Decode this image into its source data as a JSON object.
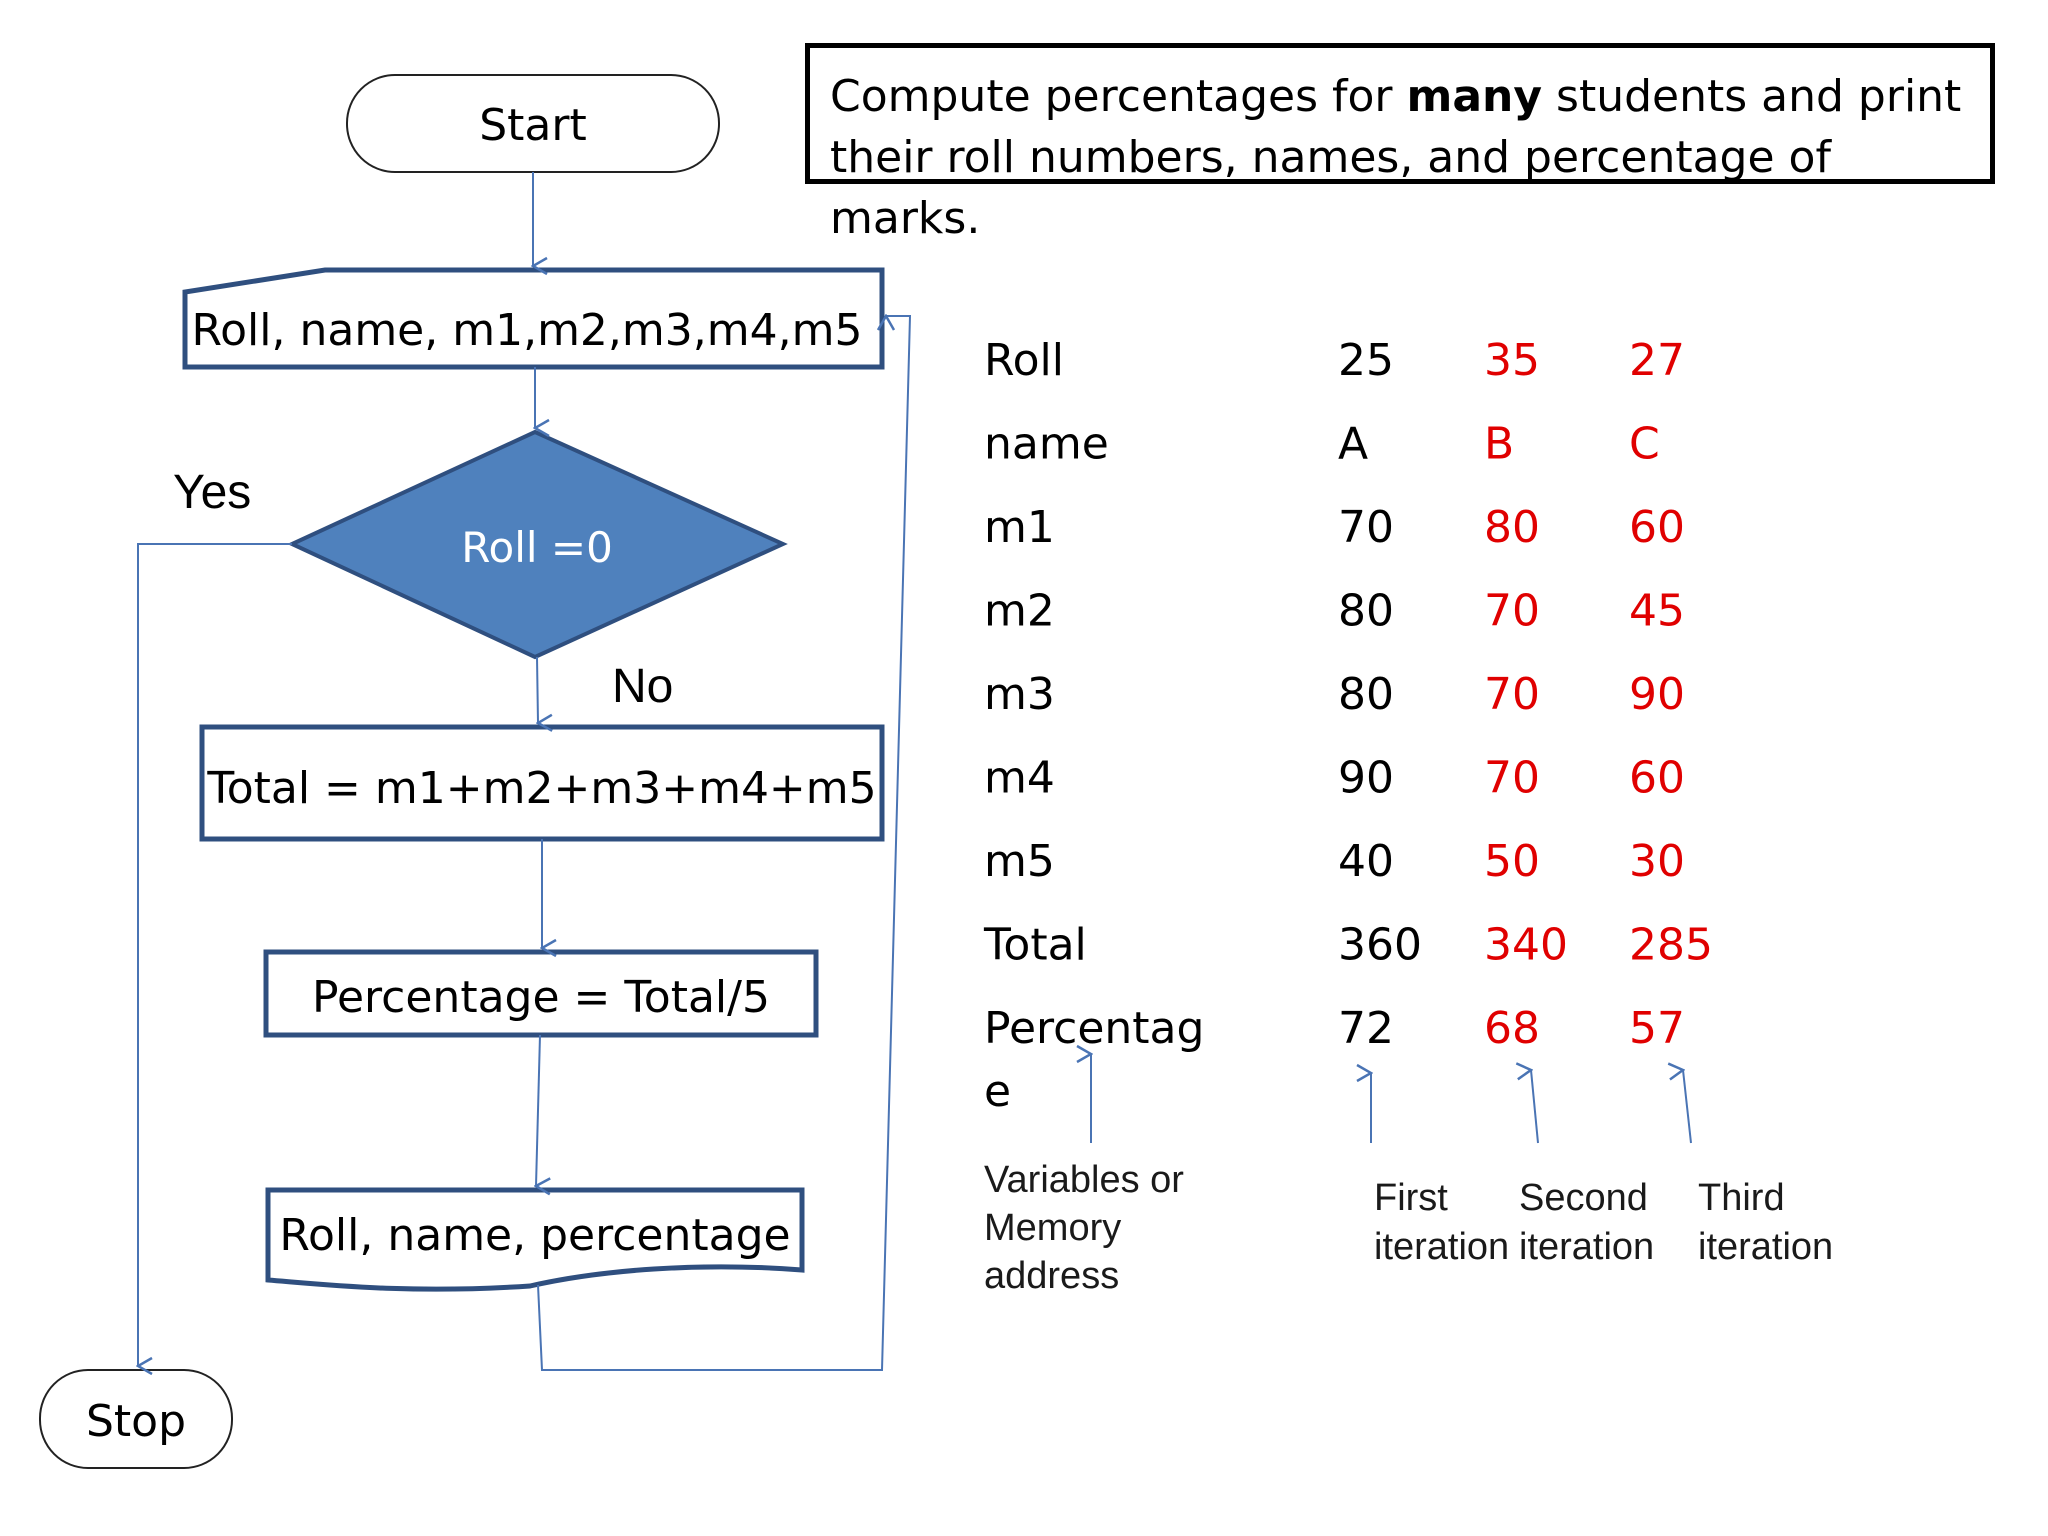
{
  "problem": {
    "line1_before": "Compute percentages for ",
    "line1_bold": "many",
    "line1_after": " students and print",
    "line2": "their roll numbers, names, and percentage of marks."
  },
  "flowchart": {
    "start": "Start",
    "input": "Roll, name, m1,m2,m3,m4,m5",
    "decision": "Roll =0",
    "yes": "Yes",
    "no": "No",
    "total": "Total = m1+m2+m3+m4+m5",
    "percentage": "Percentage = Total/5",
    "output": "Roll, name, percentage",
    "stop": "Stop"
  },
  "trace_table": {
    "rows": [
      {
        "variable": "Roll",
        "values": [
          "25",
          "35",
          "27"
        ]
      },
      {
        "variable": "name",
        "values": [
          "A",
          "B",
          "C"
        ]
      },
      {
        "variable": "m1",
        "values": [
          "70",
          "80",
          "60"
        ]
      },
      {
        "variable": "m2",
        "values": [
          "80",
          "70",
          "45"
        ]
      },
      {
        "variable": "m3",
        "values": [
          "80",
          "70",
          "90"
        ]
      },
      {
        "variable": "m4",
        "values": [
          "90",
          "70",
          "60"
        ]
      },
      {
        "variable": "m5",
        "values": [
          "40",
          "50",
          "30"
        ]
      },
      {
        "variable": "Total",
        "values": [
          "360",
          "340",
          "285"
        ]
      },
      {
        "variable_line1": "Percentag",
        "variable_line2": "e",
        "values": [
          "72",
          "68",
          "57"
        ]
      }
    ],
    "first_column_color": "#000000",
    "later_columns_color": "#e00000"
  },
  "annotations": {
    "variables": [
      "Variables or",
      "Memory",
      "address"
    ],
    "first": [
      "First",
      "iteration"
    ],
    "second": [
      "Second",
      "iteration"
    ],
    "third": [
      "Third",
      "iteration"
    ]
  },
  "colors": {
    "box_border": "#2f4f7f",
    "decision_fill": "#4f81bd",
    "arrow": "#4a74b4"
  }
}
